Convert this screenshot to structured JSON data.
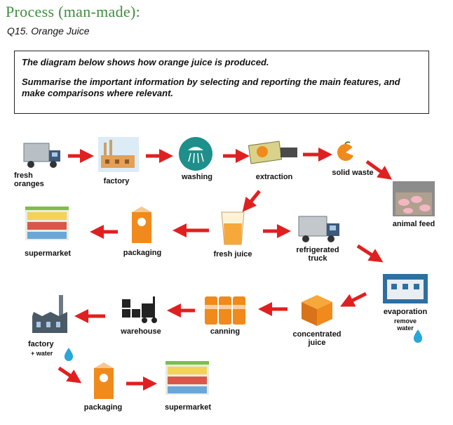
{
  "heading": "Process (man-made):",
  "question": "Q15. Orange Juice",
  "task": {
    "line1": "The diagram below shows how orange juice is produced.",
    "line2": "Summarise the important information by selecting and reporting the main features, and make comparisons where relevant."
  },
  "labels": {
    "fresh_oranges_1": "fresh",
    "fresh_oranges_2": "oranges",
    "factory": "factory",
    "washing": "washing",
    "extraction": "extraction",
    "solid_waste": "solid waste",
    "animal_feed": "animal feed",
    "supermarket": "supermarket",
    "packaging": "packaging",
    "fresh_juice": "fresh juice",
    "refrigerated_truck_1": "refrigerated",
    "refrigerated_truck_2": "truck",
    "evaporation": "evaporation",
    "remove": "remove",
    "water": "water",
    "concentrated_juice_1": "concentrated",
    "concentrated_juice_2": "juice",
    "canning": "canning",
    "warehouse": "warehouse",
    "factory2": "factory",
    "plus_water": "+ water",
    "packaging2": "packaging",
    "supermarket2": "supermarket"
  },
  "colors": {
    "heading": "#3f8f3f",
    "arrow": "#e02020",
    "orange": "#f08a1c",
    "teal": "#1e8f8a"
  }
}
